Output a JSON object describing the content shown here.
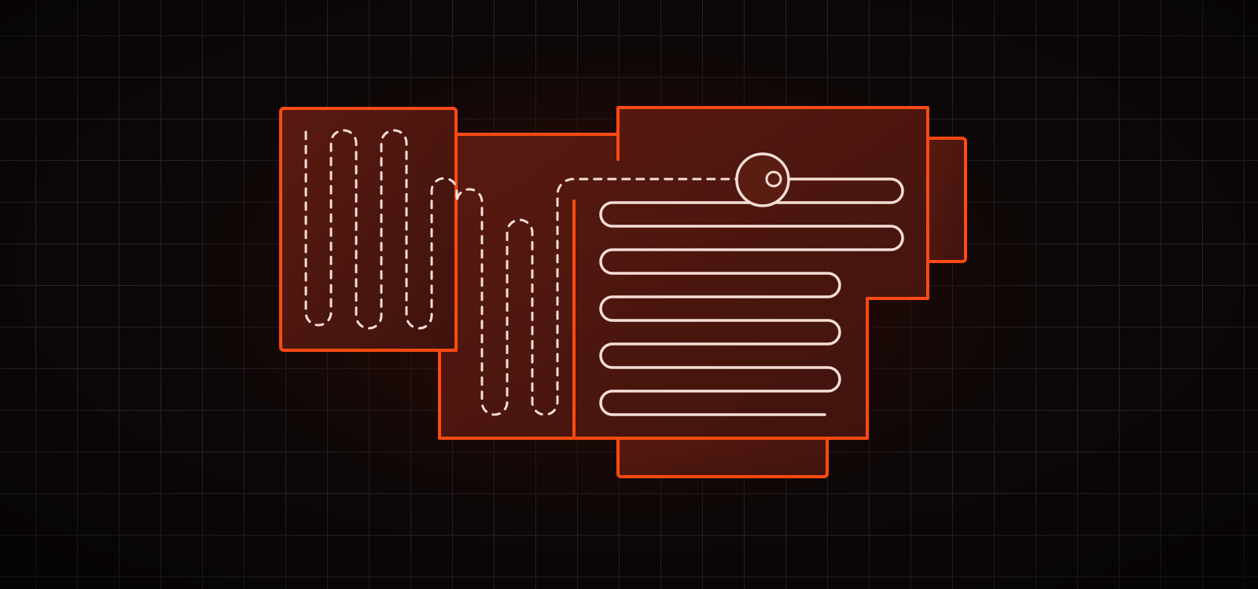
{
  "scene": {
    "background_color": "#0c0707",
    "grid_color": "#262228",
    "wall_color": "#ff4a12",
    "room_fill_color": "#4a1610",
    "path_color": "#f6ddd6"
  },
  "robot": {
    "icon": "robot-vacuum-icon",
    "status": "cleaning"
  },
  "cleaning_path": {
    "completed_style": "dashed",
    "remaining_style": "solid"
  }
}
